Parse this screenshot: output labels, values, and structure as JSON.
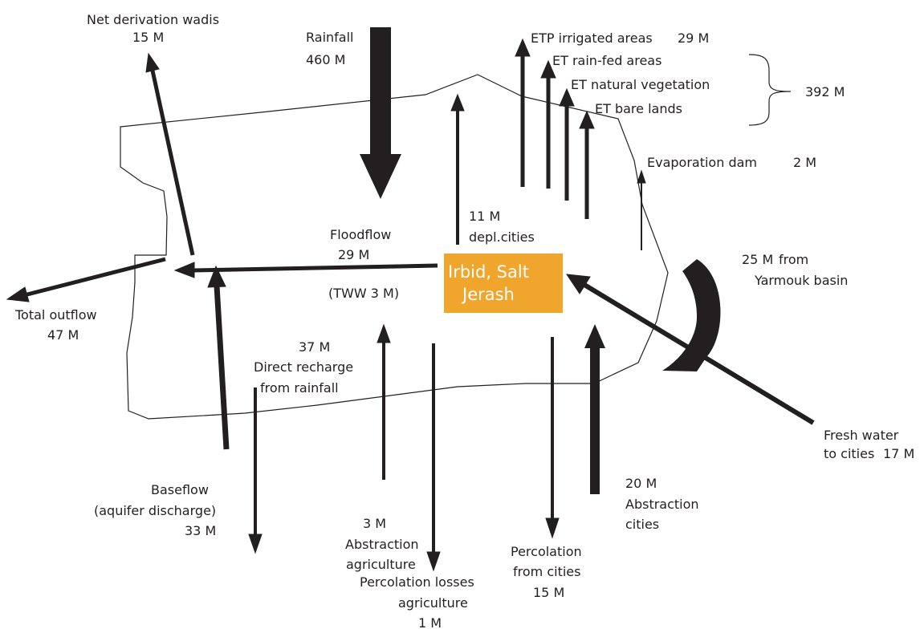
{
  "region": {
    "line1": "Irbid, Salt",
    "line2": "Jerash",
    "fill_color": "#f0a52c"
  },
  "flows": {
    "net_derivation": {
      "name": "Net derivation wadis",
      "value": "15 M"
    },
    "rainfall": {
      "name": "Rainfall",
      "value": "460 M"
    },
    "etp_irrigated": {
      "name": "ETP irrigated areas",
      "value": "29 M"
    },
    "et_rainfed": {
      "name": "ET rain-fed areas"
    },
    "et_natural": {
      "name": "ET natural  vegetation"
    },
    "et_bare": {
      "name": "ET  bare lands"
    },
    "et_total": {
      "value": "392 M"
    },
    "evaporation_dam": {
      "name": "Evaporation dam",
      "value": "2 M"
    },
    "depl_cities": {
      "value": "11 M",
      "name": "depl.cities"
    },
    "floodflow": {
      "name": "Floodflow",
      "value": "29 M",
      "tww": "(TWW  3 M)"
    },
    "yarmouk": {
      "value": "25 M",
      "name_line1": "from",
      "name_line2": "Yarmouk basin"
    },
    "total_outflow": {
      "name": "Total outflow",
      "value": "47 M"
    },
    "direct_recharge": {
      "value": "37 M",
      "name_line1": "Direct recharge",
      "name_line2": "from rainfall"
    },
    "baseflow": {
      "name_line1": "Baseflow",
      "name_line2": "(aquifer discharge)",
      "value": "33 M"
    },
    "abstraction_agriculture": {
      "value": "3 M",
      "name_line1": "Abstraction",
      "name_line2": "agriculture"
    },
    "percolation_agriculture": {
      "name_line1": "Percolation losses",
      "name_line2": "agriculture",
      "value": "1 M"
    },
    "percolation_cities": {
      "name_line1": "Percolation",
      "name_line2": "from cities",
      "value": "15 M"
    },
    "abstraction_cities": {
      "value": "20 M",
      "name_line1": "Abstraction",
      "name_line2": "cities"
    },
    "fresh_water": {
      "name_line1": "Fresh water",
      "name_line2": "to cities",
      "value": "17 M"
    }
  },
  "colors": {
    "arrow": "#231f20",
    "outline": "#231f20",
    "text": "#231f20"
  }
}
